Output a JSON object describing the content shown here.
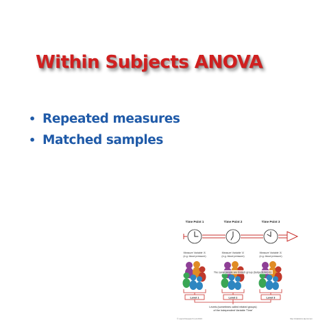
{
  "colors": {
    "title": "#d01f1f",
    "bullet_text": "#1f5aa8",
    "diagram_line": "#c9302c"
  },
  "slide": {
    "title": "Within Subjects ANOVA",
    "bullets": [
      {
        "text": "Repeated measures"
      },
      {
        "text": "Matched samples"
      }
    ]
  },
  "diagram": {
    "time_points": [
      "Time Point 1",
      "Time Point 2",
      "Time Point 3"
    ],
    "measure_label": "Measure Variable 'A'",
    "measure_note": "(e.g. blood pressure)",
    "same_people_note": "The same people are in each group (Subjects A to E)",
    "levels": [
      "Level 1",
      "Level 2",
      "Level 3"
    ],
    "levels_caption_1": "Levels (sometimes called related groups)",
    "levels_caption_2": "of the Independent Variable 'Time'",
    "footer_left": "© Laerd Research Ltd 2013",
    "footer_right": "http://statistics.laerd.com"
  }
}
